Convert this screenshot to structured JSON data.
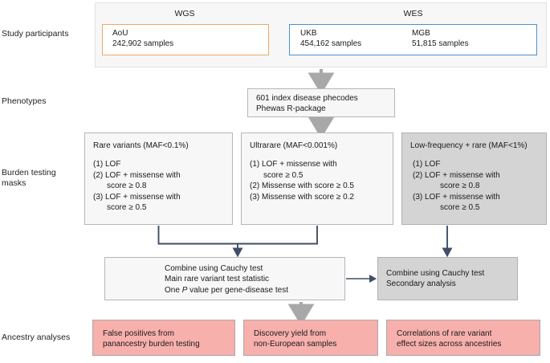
{
  "row_labels": [
    {
      "id": "study-participants",
      "text": "Study participants"
    },
    {
      "id": "phenotypes",
      "text": "Phenotypes"
    },
    {
      "id": "burden-testing-masks",
      "text": "Burden testing masks"
    },
    {
      "id": "ancestry-analyses",
      "text": "Ancestry analyses"
    }
  ],
  "participants": {
    "groups": [
      {
        "title": "WGS",
        "accent": "#f0a868"
      },
      {
        "title": "WES",
        "accent": "#4f90cd"
      }
    ],
    "cohorts": [
      {
        "name": "AoU",
        "samples": "242,902 samples"
      },
      {
        "name": "UKB",
        "samples": "454,162 samples"
      },
      {
        "name": "MGB",
        "samples": "51,815 samples"
      }
    ]
  },
  "phenotypes": {
    "line1": "601 index disease phecodes",
    "line2": "Phewas R-package"
  },
  "masks": [
    {
      "title": "Rare variants (MAF<0.1%)",
      "items": [
        {
          "label": "(1) LOF",
          "cont": ""
        },
        {
          "label": "(2) LOF + missense with",
          "cont": "score ≥ 0.8"
        },
        {
          "label": "(3) LOF + missense with",
          "cont": "score ≥ 0.5"
        }
      ],
      "shaded": false
    },
    {
      "title": "Ultrarare (MAF<0.001%)",
      "items": [
        {
          "label": "(1) LOF + missense with",
          "cont": "score ≥ 0.5"
        },
        {
          "label": "(2) Missense with score ≥ 0.5",
          "cont": ""
        },
        {
          "label": "(3) Missense with score ≥ 0.2",
          "cont": ""
        }
      ],
      "shaded": false
    },
    {
      "title": "Low-frequency + rare (MAF<1%)",
      "items": [
        {
          "label": "(1) LOF",
          "cont": ""
        },
        {
          "label": "(2) LOF + missense with",
          "cont": "score ≥ 0.8"
        },
        {
          "label": "(3) LOF + missense with",
          "cont": "score ≥ 0.5"
        }
      ],
      "shaded": true
    }
  ],
  "combine_main": {
    "line1": "Combine using Cauchy test",
    "line2": "Main rare variant test statistic",
    "line3_pre": "One ",
    "line3_italic": "P",
    "line3_post": " value per gene-disease test"
  },
  "combine_secondary": {
    "line1": "Combine using Cauchy test",
    "line2": "Secondary analysis"
  },
  "ancestry": [
    {
      "line1": "False positives from",
      "line2": "panancestry burden testing"
    },
    {
      "line1": "Discovery yield from",
      "line2": "non-European samples"
    },
    {
      "line1": "Correlations of rare variant",
      "line2": "effect sizes across ancestries"
    }
  ],
  "colors": {
    "gray_arrow": "#a8a8a8",
    "navy_arrow": "#3f4f66",
    "pink_fill": "#f7b0ac",
    "shaded_fill": "#d4d4d4",
    "light_fill": "#f7f7f7",
    "wgs_accent": "#f0a868",
    "wes_accent": "#4f90cd"
  }
}
